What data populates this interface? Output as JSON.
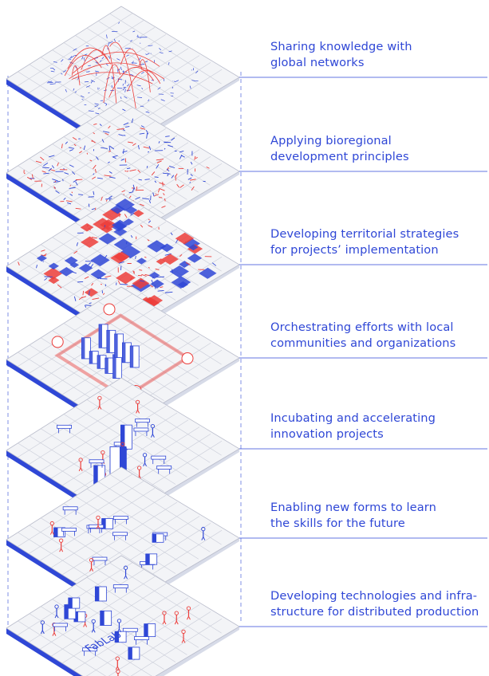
{
  "colors": {
    "blue": "#2f47d6",
    "red": "#ec3d3a",
    "grid": "#c9ccd8",
    "floor": "#f3f4f7",
    "dash": "#7f8fe6"
  },
  "floor_sign": "FabLab",
  "layers": [
    {
      "label": "Sharing knowledge with\nglobal networks",
      "content": "network-map"
    },
    {
      "label": "Applying bioregional\ndevelopment principles",
      "content": "bioregional-map"
    },
    {
      "label": "Developing territorial strategies\nfor projects’ implementation",
      "content": "territorial-map"
    },
    {
      "label": "Orchestrating efforts with local\ncommunities and organizations",
      "content": "community-block"
    },
    {
      "label": "Incubating and accelerating\ninnovation projects",
      "content": "innovation-district"
    },
    {
      "label": "Enabling new forms to learn\nthe skills for the future",
      "content": "learning-space"
    },
    {
      "label": "Developing technologies and infra-\nstructure for distributed production",
      "content": "fablab-floor"
    }
  ]
}
